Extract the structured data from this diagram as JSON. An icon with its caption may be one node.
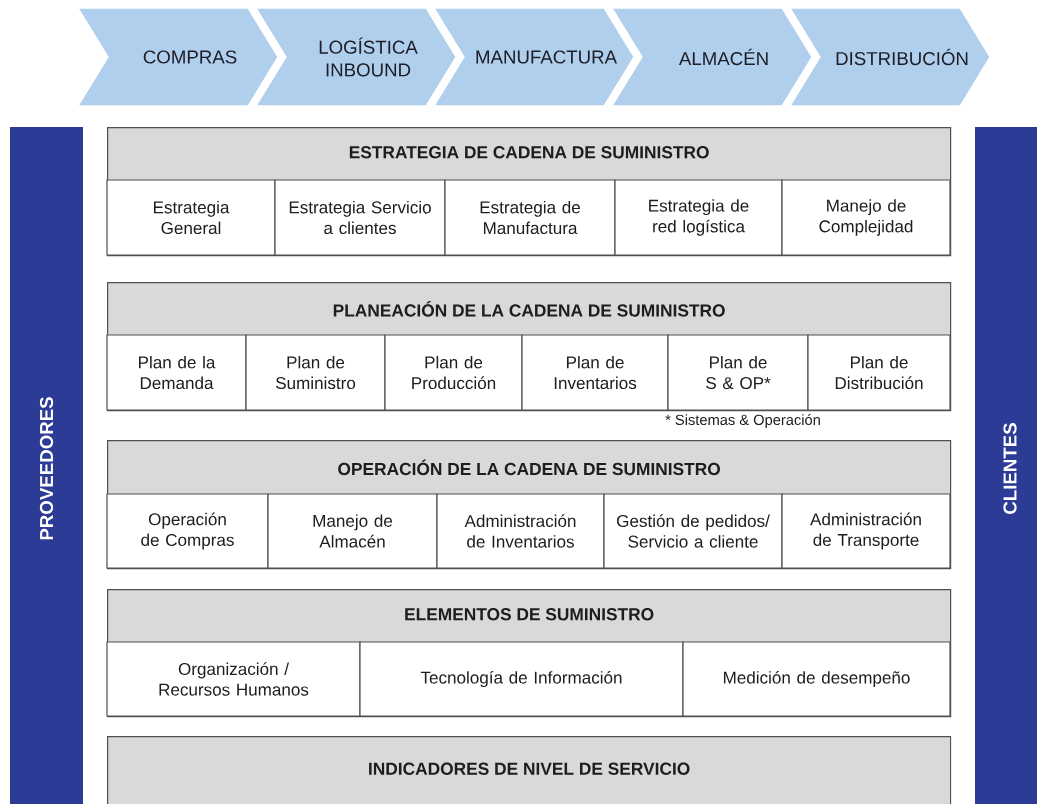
{
  "diagram": {
    "nodes": [
      {
        "text": [
          "COMPRAS"
        ]
      },
      {
        "text": [
          "LOGÍSTICA INBOUND"
        ]
      },
      {
        "text": [
          "MANUFACTURA"
        ]
      },
      {
        "text": [
          "ALMACÉN"
        ]
      },
      {
        "text": [
          "DISTRIBUCIÓN"
        ]
      },
      {
        "text": [
          "PROVEEDORES"
        ]
      },
      {
        "text": [
          "CLIENTES"
        ]
      },
      {
        "text": [
          "ESTRATEGIA DE CADENA DE SUMINISTRO"
        ]
      },
      {
        "text": [
          "Estrategia General"
        ],
        "in": 7
      },
      {
        "text": [
          "Estrategia Servicio a clientes"
        ],
        "in": 7
      },
      {
        "text": [
          "Estrategia de Manufactura"
        ],
        "in": 7
      },
      {
        "text": [
          "Estrategia de red logística"
        ],
        "in": 7
      },
      {
        "text": [
          "Manejo de Complejidad"
        ],
        "in": 7
      },
      {
        "text": [
          "PLANEACIÓN DE LA CADENA DE SUMINISTRO"
        ]
      },
      {
        "text": [
          "Plan de la Demanda"
        ],
        "in": 13
      },
      {
        "text": [
          "Plan de Suministro"
        ],
        "in": 13
      },
      {
        "text": [
          "Plan de Producción"
        ],
        "in": 13
      },
      {
        "text": [
          "Plan de Inventarios"
        ],
        "in": 13
      },
      {
        "text": [
          "Plan de S & OP*"
        ],
        "in": 13
      },
      {
        "text": [
          "Plan de Distribución"
        ],
        "in": 13
      },
      {
        "text": [
          "OPERACIÓN DE LA CADENA DE SUMINISTRO"
        ]
      },
      {
        "text": [
          "Operación de Compras"
        ],
        "in": 20
      },
      {
        "text": [
          "Manejo de Almacén"
        ],
        "in": 20
      },
      {
        "text": [
          "Administración de Inventarios"
        ],
        "in": 20
      },
      {
        "text": [
          "Gestión de pedidos/ Servicio a cliente"
        ],
        "in": 20
      },
      {
        "text": [
          "Administración de Transporte"
        ],
        "in": 20
      },
      {
        "text": [
          "ELEMENTOS DE SUMINISTRO"
        ]
      },
      {
        "text": [
          "Organización / Recursos Humanos"
        ],
        "in": 26
      },
      {
        "text": [
          "Tecnología de Información"
        ],
        "in": 26
      },
      {
        "text": [
          "Medición de desempeño"
        ],
        "in": 26
      },
      {
        "text": [
          "INDICADORES DE NIVEL DE SERVICIO"
        ]
      }
    ],
    "labels": [
      "* Sistemas & Operación"
    ]
  }
}
